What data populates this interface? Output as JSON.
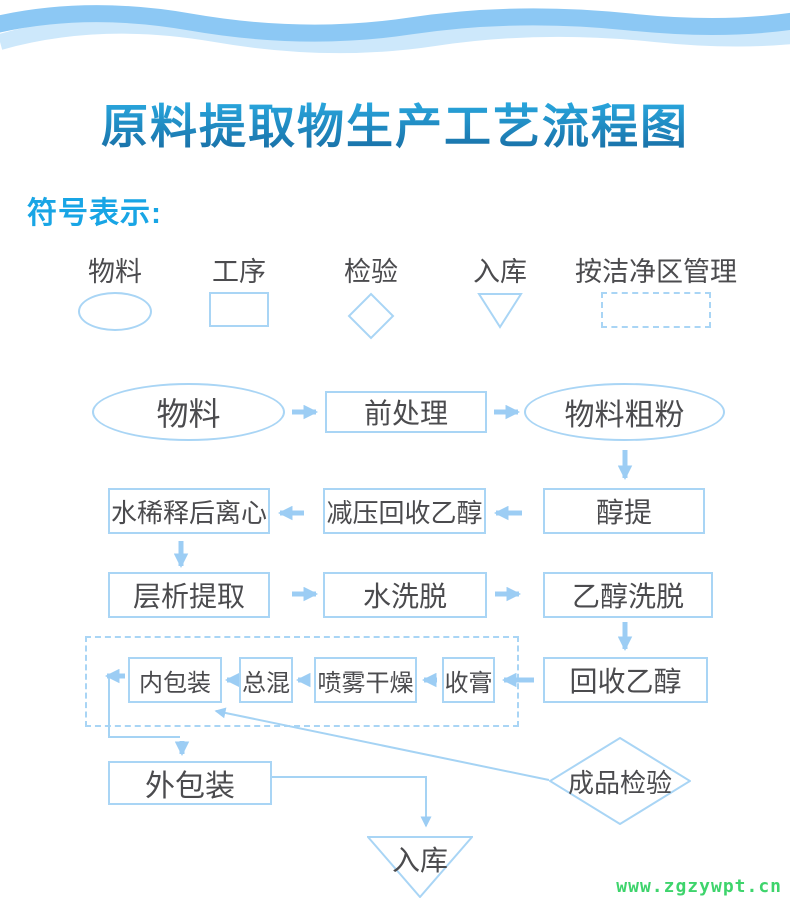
{
  "title": {
    "text": "原料提取物生产工艺流程图"
  },
  "legend": {
    "heading": "符号表示:",
    "items": [
      {
        "label": "物料",
        "shape": "ellipse"
      },
      {
        "label": "工序",
        "shape": "rect"
      },
      {
        "label": "检验",
        "shape": "diamond"
      },
      {
        "label": "入库",
        "shape": "triangle-down"
      },
      {
        "label": "按洁净区管理",
        "shape": "dashed-rect"
      }
    ]
  },
  "flowchart": {
    "nodes": {
      "material": {
        "label": "物料",
        "shape": "ellipse"
      },
      "pretreatment": {
        "label": "前处理",
        "shape": "rect"
      },
      "coarse_powder": {
        "label": "物料粗粉",
        "shape": "ellipse"
      },
      "alcohol_extraction": {
        "label": "醇提",
        "shape": "rect"
      },
      "vacuum_ethanol_recovery": {
        "label": "减压回收乙醇",
        "shape": "rect"
      },
      "water_dilution_centrifuge": {
        "label": "水稀释后离心",
        "shape": "rect"
      },
      "chromatography": {
        "label": "层析提取",
        "shape": "rect"
      },
      "water_elution": {
        "label": "水洗脱",
        "shape": "rect"
      },
      "ethanol_elution": {
        "label": "乙醇洗脱",
        "shape": "rect"
      },
      "ethanol_recovery": {
        "label": "回收乙醇",
        "shape": "rect"
      },
      "paste_collection": {
        "label": "收膏",
        "shape": "rect"
      },
      "spray_drying": {
        "label": "喷雾干燥",
        "shape": "rect"
      },
      "total_mixing": {
        "label": "总混",
        "shape": "rect"
      },
      "inner_packaging": {
        "label": "内包装",
        "shape": "rect"
      },
      "outer_packaging": {
        "label": "外包装",
        "shape": "rect"
      },
      "finished_inspection": {
        "label": "成品检验",
        "shape": "diamond"
      },
      "warehousing": {
        "label": "入库",
        "shape": "triangle-down"
      }
    },
    "edges": [
      {
        "from": "物料",
        "to": "前处理"
      },
      {
        "from": "前处理",
        "to": "物料粗粉"
      },
      {
        "from": "物料粗粉",
        "to": "醇提"
      },
      {
        "from": "醇提",
        "to": "减压回收乙醇"
      },
      {
        "from": "减压回收乙醇",
        "to": "水稀释后离心"
      },
      {
        "from": "水稀释后离心",
        "to": "层析提取"
      },
      {
        "from": "层析提取",
        "to": "水洗脱"
      },
      {
        "from": "水洗脱",
        "to": "乙醇洗脱"
      },
      {
        "from": "乙醇洗脱",
        "to": "回收乙醇"
      },
      {
        "from": "回收乙醇",
        "to": "收膏"
      },
      {
        "from": "收膏",
        "to": "喷雾干燥"
      },
      {
        "from": "喷雾干燥",
        "to": "总混"
      },
      {
        "from": "总混",
        "to": "内包装"
      },
      {
        "from": "内包装",
        "to": "外包装"
      },
      {
        "from": "成品检验",
        "to": "内包装"
      },
      {
        "from": "外包装",
        "to": "入库"
      }
    ],
    "clean_zone_members": [
      "内包装",
      "总混",
      "喷雾干燥",
      "收膏"
    ]
  },
  "watermark": {
    "text": "www.zgzywpt.cn"
  },
  "colors": {
    "wave_front": "#8cc8f4",
    "wave_back": "#cde8fb",
    "title_gradient_top": "#2eb6ed",
    "title_gradient_bottom": "#16689f",
    "legend_heading": "#18a5e5",
    "shape_stroke": "#a9d5f5",
    "arrow": "#9ccdf4",
    "text": "#4b4b4e",
    "watermark_green": "#3ed46c"
  }
}
